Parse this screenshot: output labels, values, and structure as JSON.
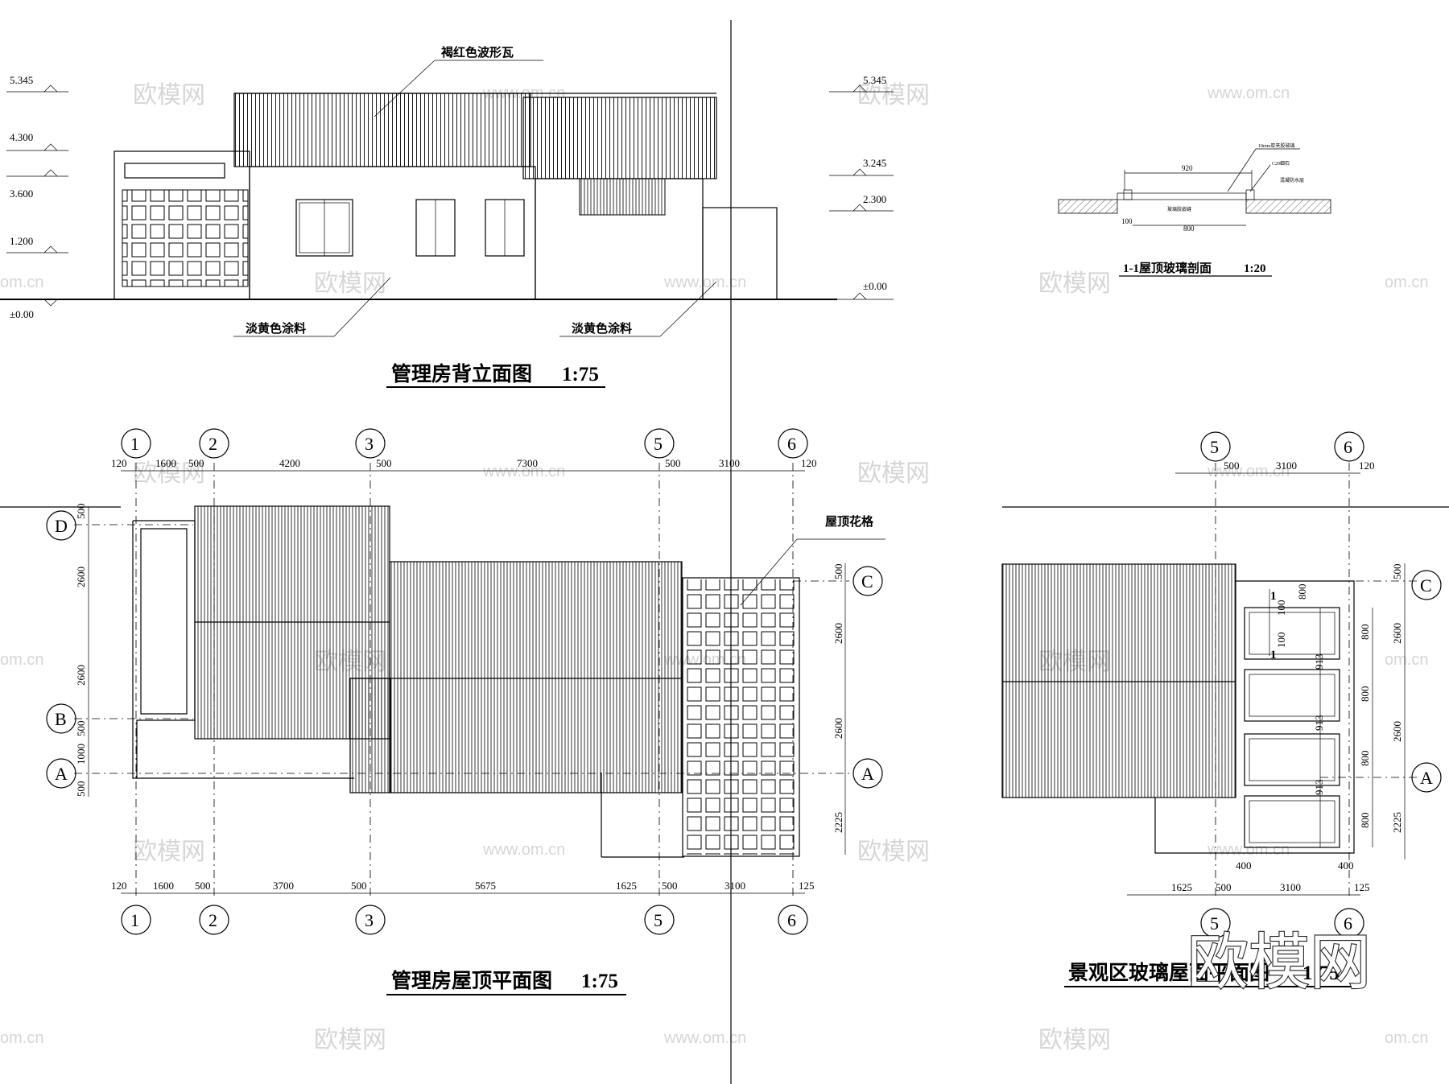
{
  "watermarks": {
    "brand": "欧模网",
    "url": "www.om.cn",
    "url_short": "om.cn",
    "big_brand": "欧模网"
  },
  "rear_elevation": {
    "title": "管理房背立面图",
    "scale": "1:75",
    "roof_note": "褐红色波形瓦",
    "wall_note_left": "淡黄色涂料",
    "wall_note_right": "淡黄色涂料",
    "left_levels": [
      "5.345",
      "4.300",
      "3.600",
      "1.200",
      "±0.00"
    ],
    "right_levels": [
      "5.345",
      "3.245",
      "2.300",
      "±0.00"
    ]
  },
  "glass_section": {
    "title": "1-1屋顶玻璃剖面",
    "scale": "1:20",
    "dims": [
      "920",
      "800",
      "100"
    ],
    "notes": [
      "10mm厚夹胶玻璃",
      "C20细石",
      "玻璃胶嵌缝",
      "混凝防水层"
    ]
  },
  "roof_plan": {
    "title": "管理房屋顶平面图",
    "scale": "1:75",
    "trellis_note": "屋顶花格",
    "top_axes": [
      "1",
      "2",
      "3",
      "5",
      "6"
    ],
    "bottom_axes": [
      "1",
      "2",
      "3",
      "5",
      "6"
    ],
    "left_axes": [
      "D",
      "B",
      "A"
    ],
    "right_axes": [
      "C",
      "A"
    ],
    "top_dims": [
      "120",
      "1600",
      "500",
      "4200",
      "500",
      "7300",
      "500",
      "3100",
      "120"
    ],
    "bottom_dims": [
      "120",
      "1600",
      "500",
      "3700",
      "500",
      "5675",
      "1625",
      "500",
      "3100",
      "125"
    ],
    "left_dims": [
      "500",
      "2600",
      "2600",
      "500",
      "1000",
      "500"
    ],
    "right_dims": [
      "500",
      "2600",
      "2600",
      "2225"
    ]
  },
  "glass_roof_plan": {
    "title": "景观区玻璃屋面平面图",
    "scale": "1:75",
    "top_axes": [
      "5",
      "6"
    ],
    "bottom_axes": [
      "5",
      "6"
    ],
    "right_axes": [
      "C",
      "A"
    ],
    "top_dims": [
      "500",
      "3100",
      "120"
    ],
    "bottom_dims": [
      "1625",
      "500",
      "3100",
      "125"
    ],
    "bottom_small_dims": [
      "400",
      "400"
    ],
    "panel_dims": [
      "800",
      "800",
      "800",
      "800"
    ],
    "gap_dims": [
      "913",
      "913",
      "913"
    ],
    "inner_dims": [
      "800",
      "100",
      "100"
    ],
    "right_dims": [
      "500",
      "2600",
      "2600",
      "2225"
    ],
    "section_mark": "1"
  }
}
